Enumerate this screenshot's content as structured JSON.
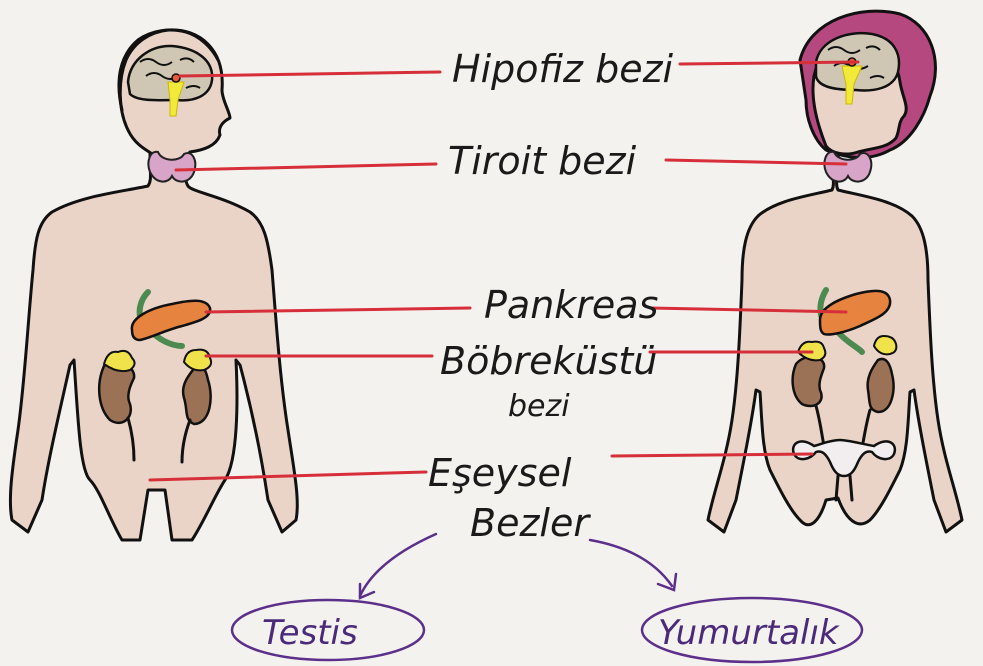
{
  "labels": {
    "hipofiz": "Hipofiz bezi",
    "tiroit": "Tiroit bezi",
    "pankreas": "Pankreas",
    "bobrekustu_line1": "Böbreküstü",
    "bobrekustu_line2": "bezi",
    "eseysel_line1": "Eşeysel",
    "eseysel_line2": "Bezler",
    "testis": "Testis",
    "yumurtalik": "Yumurtalık"
  },
  "colors": {
    "background": "#f3f2ee",
    "label_line": "#d62f3a",
    "skin": "#ead4c8",
    "hair": "#b5497f",
    "thyroid": "#d8a4c7",
    "pancreas": "#e6833e",
    "kidney": "#9b7256",
    "adrenal": "#f0e24a",
    "branch_text": "#4b2a7a"
  }
}
